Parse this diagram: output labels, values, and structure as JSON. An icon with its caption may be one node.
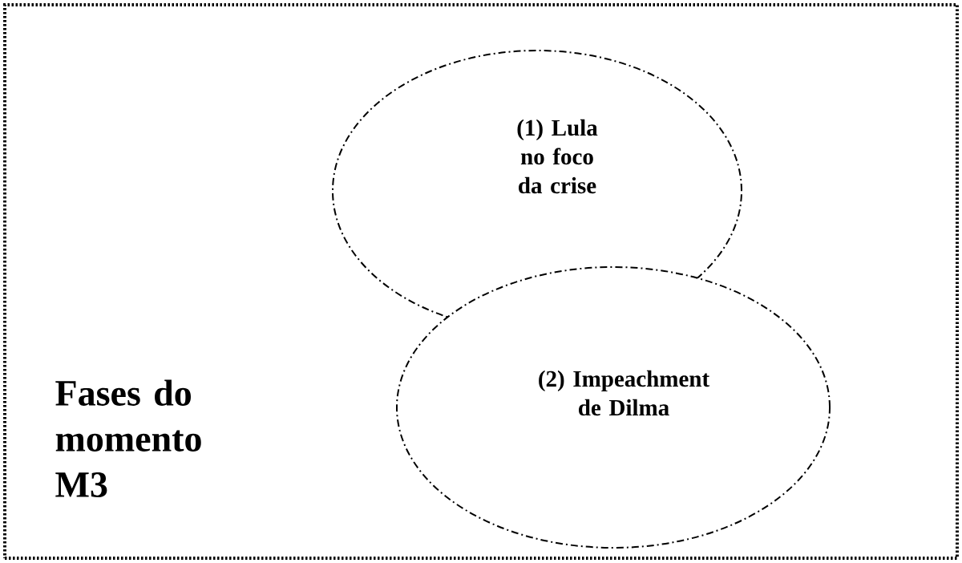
{
  "diagram": {
    "nodes": [
      {
        "text": [
          "Fases do momento M3"
        ]
      },
      {
        "text": [
          "(1) Lula no foco da crise"
        ],
        "in": 0
      },
      {
        "text": [
          "(2) Impeachment de Dilma"
        ],
        "in": 0
      }
    ]
  }
}
